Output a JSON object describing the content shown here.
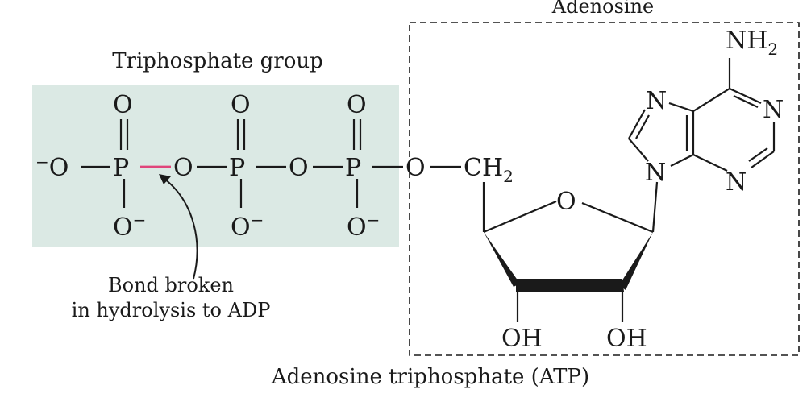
{
  "labels": {
    "adenosine": "Adenosine",
    "triphosphate_group": "Triphosphate group",
    "bond_broken_line1": "Bond broken",
    "bond_broken_line2": "in hydrolysis to ADP",
    "caption": "Adenosine triphosphate (ATP)"
  },
  "atoms": {
    "o_minus": "O",
    "minus": "−",
    "oxygen": "O",
    "phosphorus": "P",
    "nitrogen": "N",
    "ch": "CH",
    "nh": "NH",
    "sub_two": "2",
    "oh": "OH"
  },
  "colors": {
    "shading": "#dbe9e4",
    "hydrolysis_bond": "#e0457b",
    "ink": "#1a1a1a"
  }
}
